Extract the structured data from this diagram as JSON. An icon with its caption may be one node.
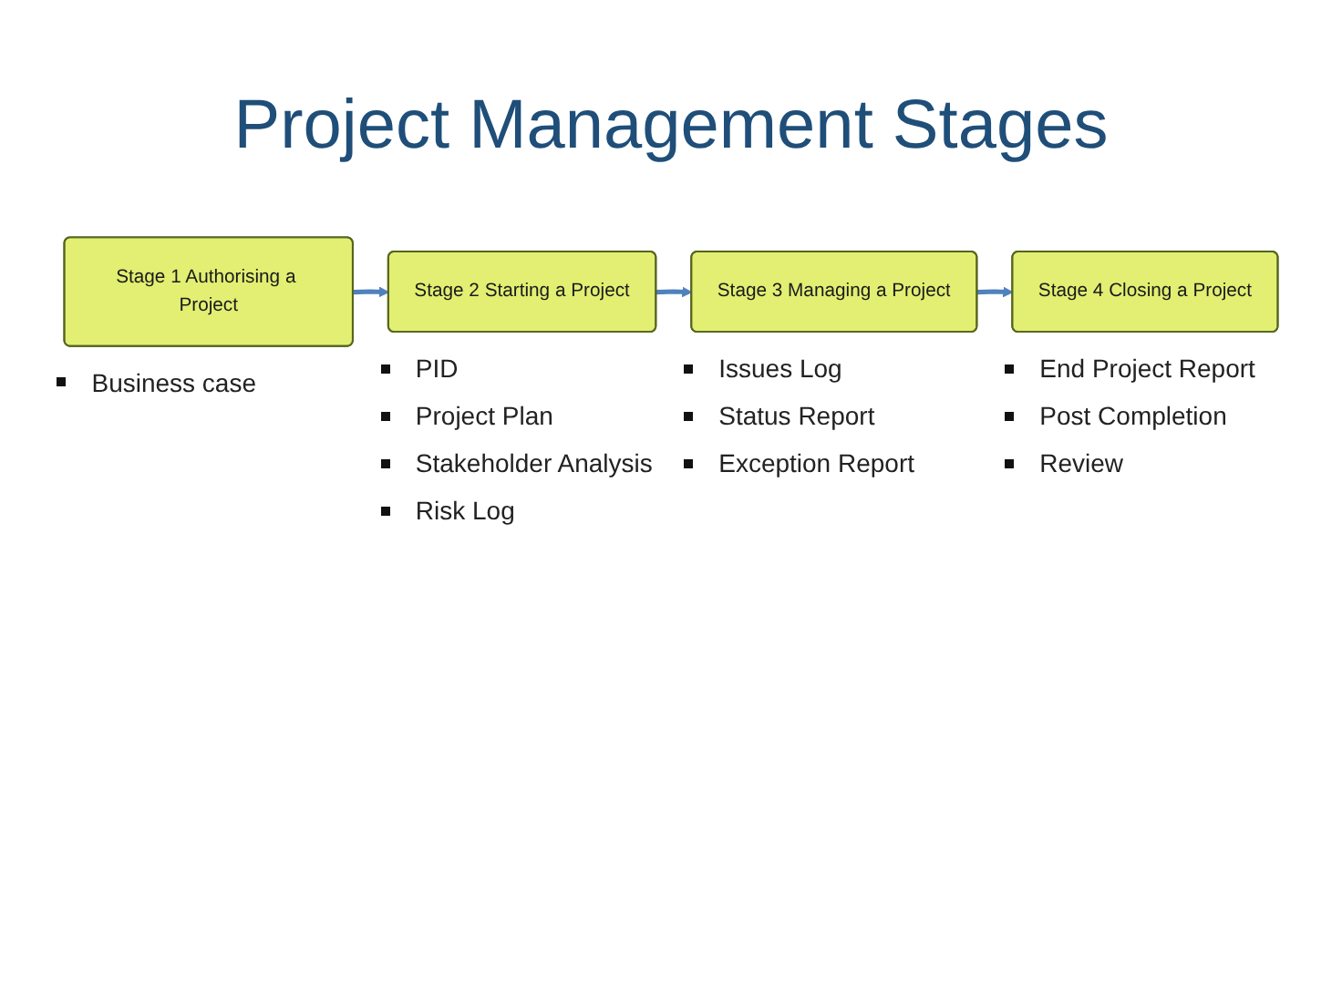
{
  "diagram": {
    "title": "Project Management Stages",
    "nodes": [
      {
        "text": [
          "Stage 1 Authorising a Project"
        ],
        "beside": [
          "Business case"
        ]
      },
      {
        "text": [
          "Stage 2 Starting a Project"
        ],
        "beside": [
          "PID",
          "Project Plan",
          "Stakeholder Analysis",
          "Risk Log"
        ]
      },
      {
        "text": [
          "Stage 3 Managing a Project"
        ],
        "beside": [
          "Issues Log",
          "Status Report",
          "Exception Report"
        ]
      },
      {
        "text": [
          "Stage 4 Closing a Project"
        ],
        "beside": [
          "End Project Report",
          "Post Completion",
          "Review"
        ]
      }
    ],
    "edges": [
      {
        "from": 0,
        "to": 1,
        "arrow": "to"
      },
      {
        "from": 1,
        "to": 2,
        "arrow": "to"
      },
      {
        "from": 2,
        "to": 3,
        "arrow": "to"
      }
    ]
  }
}
